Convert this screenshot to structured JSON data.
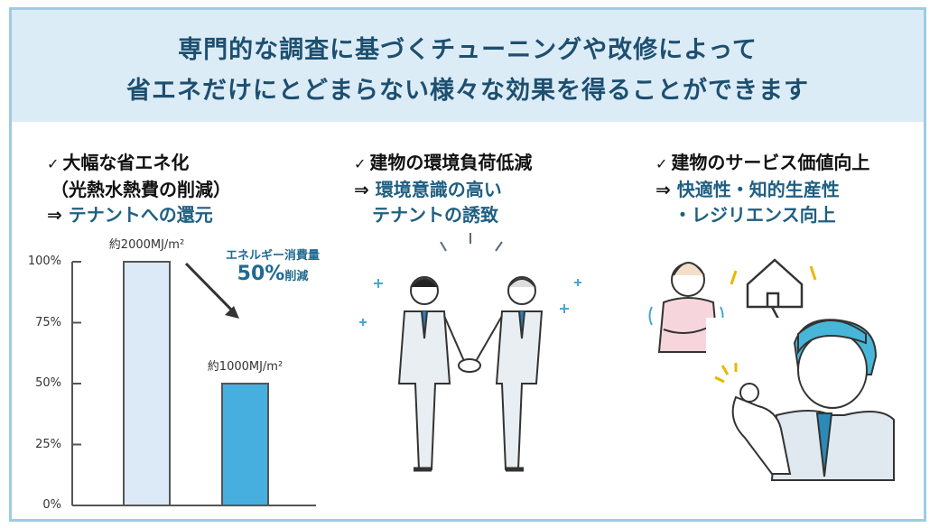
{
  "header": {
    "title_line1": "専門的な調査に基づくチューニングや改修によって",
    "title_line2": "省エネだけにとどまらない様々な効果を得ることができます"
  },
  "columns": [
    {
      "check": "✓",
      "heading": "大幅な省エネ化",
      "sub": "（光熱水熱費の削減）",
      "arrow": "⇒",
      "result_lines": [
        "テナントへの還元"
      ]
    },
    {
      "check": "✓",
      "heading": "建物の環境負荷低減",
      "arrow": "⇒",
      "result_lines": [
        "環境意識の高い",
        "テナントの誘致"
      ]
    },
    {
      "check": "✓",
      "heading": "建物のサービス価値向上",
      "arrow": "⇒",
      "result_lines": [
        "快適性・知的生産性",
        "・レジリエンス向上"
      ]
    }
  ],
  "annotation": {
    "line1": "エネルギー消費量",
    "big": "50%",
    "suffix": "削減"
  },
  "chart_data": {
    "type": "bar",
    "categories": [
      "",
      ""
    ],
    "values": [
      100,
      50
    ],
    "data_labels": [
      "約2000MJ/m²",
      "約1000MJ/m²"
    ],
    "ylim": [
      0,
      100
    ],
    "yticks": [
      "0%",
      "25%",
      "50%",
      "75%",
      "100%"
    ],
    "colors": [
      "#dce9f6",
      "#47afdf"
    ],
    "grid": false
  },
  "illustrations": [
    "handshake-businessmen-icon",
    "cold-woman-icon",
    "damaged-house-icon",
    "ok-gesture-businessman-icon"
  ],
  "colors": {
    "accent": "#1f5f82",
    "header_bg": "#dcecf7",
    "border": "#9fcbe3"
  }
}
